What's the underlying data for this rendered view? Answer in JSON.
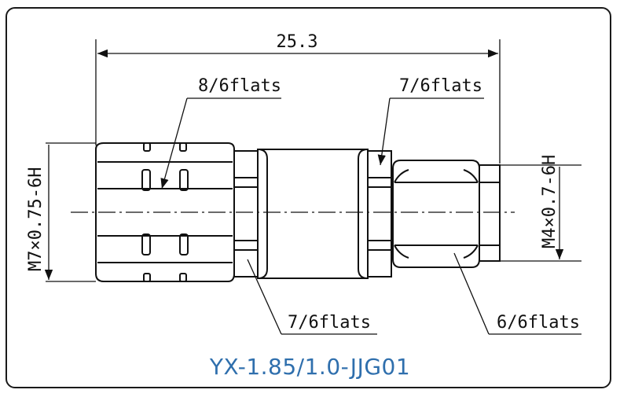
{
  "drawing": {
    "overall_length": "25.3",
    "thread_left": "M7×0.75-6H",
    "thread_right": "M4×0.7-6H",
    "label_left_nut": "8/6flats",
    "label_center_top": "7/6flats",
    "label_center_bottom": "7/6flats",
    "label_right_nut": "6/6flats"
  },
  "caption": {
    "part_number": "YX-1.85/1.0-JJG01",
    "color": "#2f6fad"
  }
}
